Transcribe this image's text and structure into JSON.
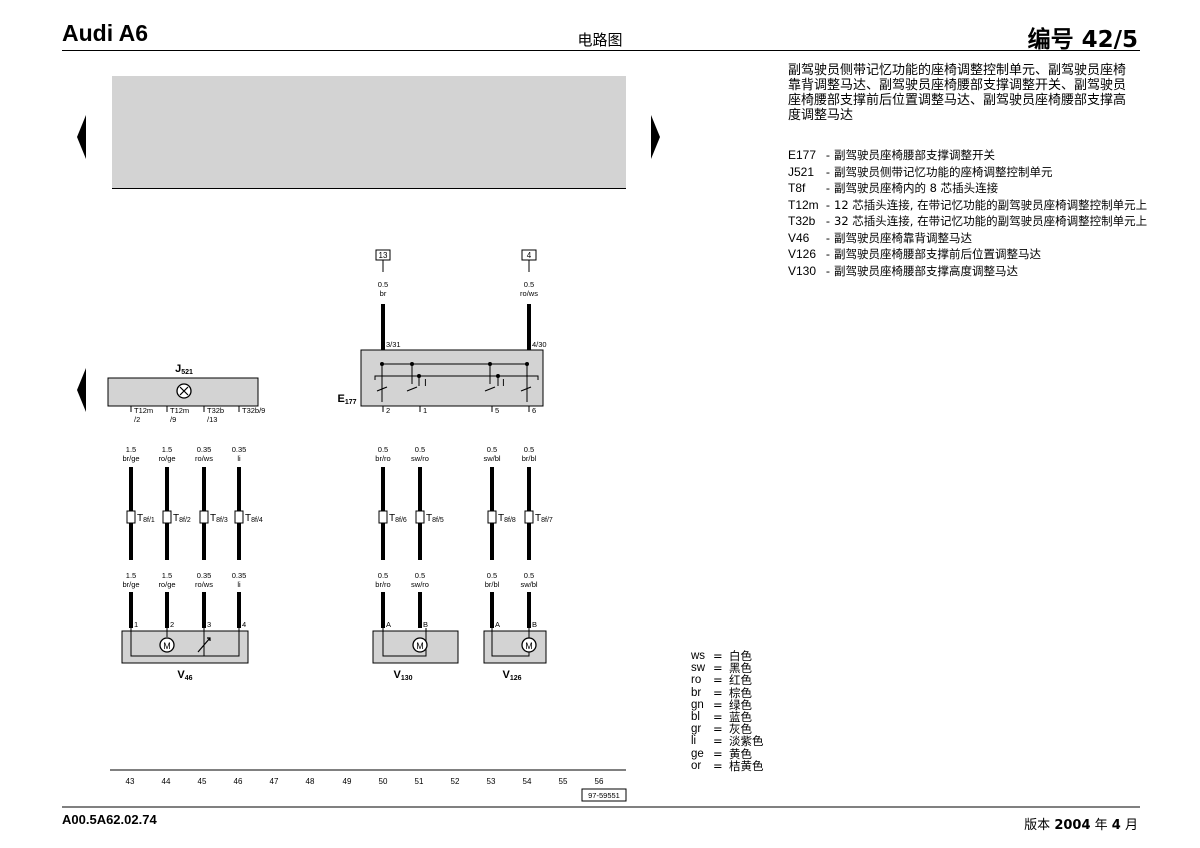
{
  "header": {
    "brand": "Audi A6",
    "subtitle": "电路图",
    "number": "编号 42/5"
  },
  "description": "副驾驶员侧带记忆功能的座椅调整控制单元、副驾驶员座椅靠背调整马达、副驾驶员座椅腰部支撑调整开关、副驾驶员座椅腰部支撑前后位置调整马达、副驾驶员座椅腰部支撑高度调整马达",
  "legend": [
    {
      "code": "E177",
      "text": "副驾驶员座椅腰部支撑调整开关"
    },
    {
      "code": "J521",
      "text": "副驾驶员侧带记忆功能的座椅调整控制单元"
    },
    {
      "code": "T8f",
      "text": "副驾驶员座椅内的 8 芯插头连接"
    },
    {
      "code": "T12m",
      "text": "12 芯插头连接, 在带记忆功能的副驾驶员座椅调整控制单元上"
    },
    {
      "code": "T32b",
      "text": "32 芯插头连接, 在带记忆功能的副驾驶员座椅调整控制单元上"
    },
    {
      "code": "V46",
      "text": "副驾驶员座椅靠背调整马达"
    },
    {
      "code": "V126",
      "text": "副驾驶员座椅腰部支撑前后位置调整马达"
    },
    {
      "code": "V130",
      "text": "副驾驶员座椅腰部支撑高度调整马达"
    }
  ],
  "wire_colors": [
    {
      "code": "ws",
      "name": "白色"
    },
    {
      "code": "sw",
      "name": "黑色"
    },
    {
      "code": "ro",
      "name": "红色"
    },
    {
      "code": "br",
      "name": "棕色"
    },
    {
      "code": "gn",
      "name": "绿色"
    },
    {
      "code": "bl",
      "name": "蓝色"
    },
    {
      "code": "gr",
      "name": "灰色"
    },
    {
      "code": "li",
      "name": "淡紫色"
    },
    {
      "code": "ge",
      "name": "黄色"
    },
    {
      "code": "or",
      "name": "桔黄色"
    }
  ],
  "diagram": {
    "components": {
      "j521": {
        "name": "J",
        "sub": "521"
      },
      "e177": {
        "name": "E",
        "sub": "177"
      },
      "v46": {
        "name": "V",
        "sub": "46"
      },
      "v130": {
        "name": "V",
        "sub": "130"
      },
      "v126": {
        "name": "V",
        "sub": "126"
      }
    },
    "motor_symbol": "M",
    "fuse_refs": [
      "13",
      "4"
    ],
    "supply_wires": [
      {
        "size": "0.5",
        "color": "br",
        "pin": "3/31"
      },
      {
        "size": "0.5",
        "color": "ro/ws",
        "pin": "4/30"
      }
    ],
    "j521_wires": [
      {
        "pin_a": "T12m",
        "pin_b": "/2",
        "size_top": "1.5",
        "color_top": "br/ge",
        "conn": "T8f/1",
        "size_bot": "1.5",
        "color_bot": "br/ge",
        "motor_pin": "1"
      },
      {
        "pin_a": "T12m",
        "pin_b": "/9",
        "size_top": "1.5",
        "color_top": "ro/ge",
        "conn": "T8f/2",
        "size_bot": "1.5",
        "color_bot": "ro/ge",
        "motor_pin": "2"
      },
      {
        "pin_a": "T32b",
        "pin_b": "/13",
        "size_top": "0.35",
        "color_top": "ro/ws",
        "conn": "T8f/3",
        "size_bot": "0.35",
        "color_bot": "ro/ws",
        "motor_pin": "3"
      },
      {
        "pin_a": "T32b/9",
        "pin_b": "",
        "size_top": "0.35",
        "color_top": "li",
        "conn": "T8f/4",
        "size_bot": "0.35",
        "color_bot": "li",
        "motor_pin": "4"
      }
    ],
    "e177_wires": [
      {
        "pin": "2",
        "size_top": "0.5",
        "color_top": "br/ro",
        "conn": "T8f/6",
        "size_bot": "0.5",
        "color_bot": "br/ro",
        "motor_pin": "A"
      },
      {
        "pin": "1",
        "size_top": "0.5",
        "color_top": "sw/ro",
        "conn": "T8f/5",
        "size_bot": "0.5",
        "color_bot": "sw/ro",
        "motor_pin": "B"
      },
      {
        "pin": "5",
        "size_top": "0.5",
        "color_top": "sw/bl",
        "conn": "T8f/8",
        "size_bot": "0.5",
        "color_bot": "br/bl",
        "motor_pin": "A"
      },
      {
        "pin": "6",
        "size_top": "0.5",
        "color_top": "br/bl",
        "conn": "T8f/7",
        "size_bot": "0.5",
        "color_bot": "sw/bl",
        "motor_pin": "B"
      }
    ],
    "grid_numbers": [
      "43",
      "44",
      "45",
      "46",
      "47",
      "48",
      "49",
      "50",
      "51",
      "52",
      "53",
      "54",
      "55",
      "56"
    ],
    "figure_number": "97-59551"
  },
  "footer": {
    "code": "A00.5A62.02.74",
    "version_prefix": "版本",
    "year": "2004",
    "year_unit": "年",
    "month": "4",
    "month_unit": "月"
  }
}
